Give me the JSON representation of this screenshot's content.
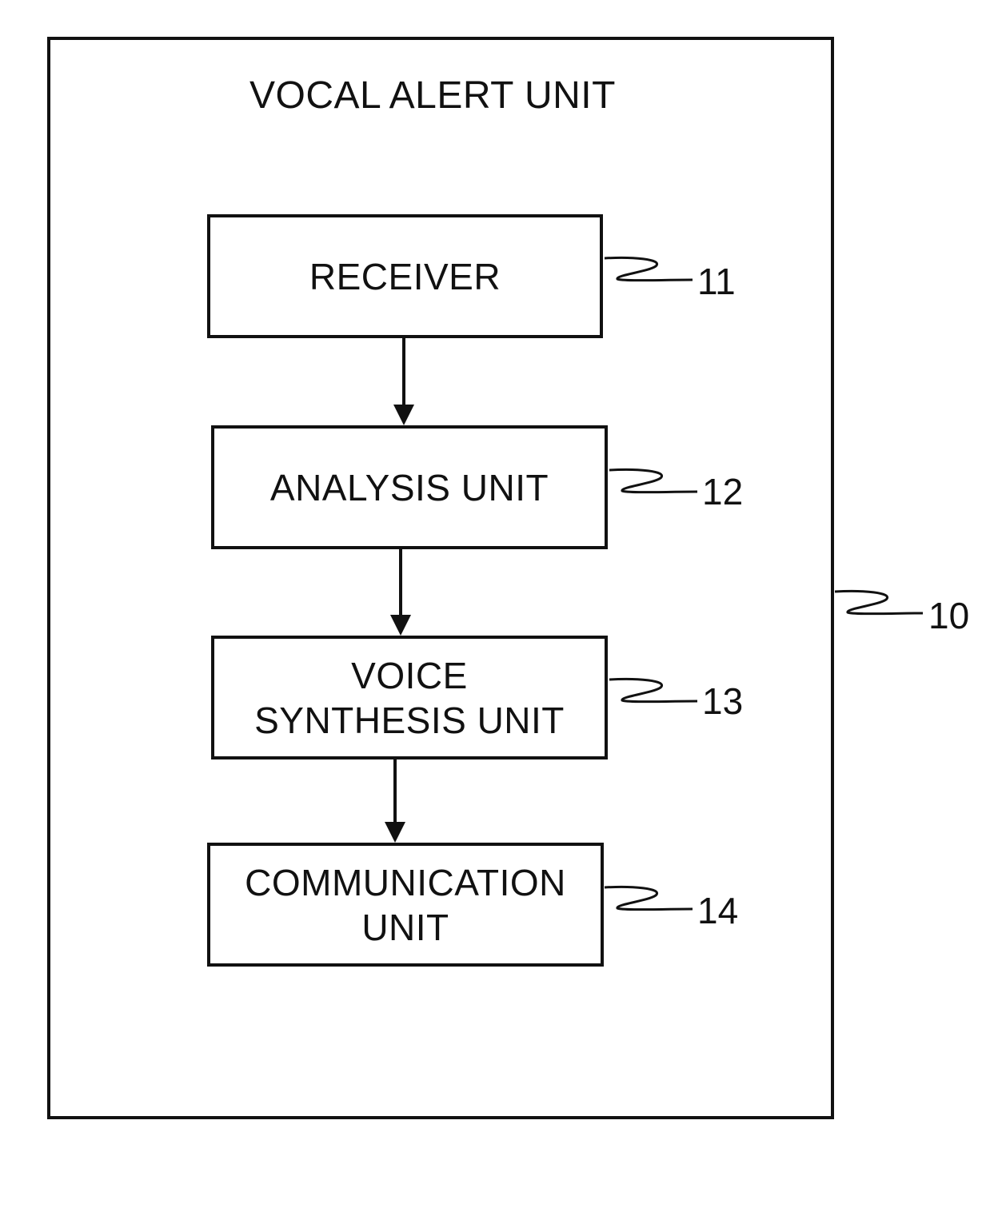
{
  "diagram": {
    "title": "VOCAL ALERT UNIT",
    "outer_ref": "10",
    "blocks": [
      {
        "lines": [
          "RECEIVER"
        ],
        "ref": "11"
      },
      {
        "lines": [
          "ANALYSIS UNIT"
        ],
        "ref": "12"
      },
      {
        "lines": [
          "VOICE",
          "SYNTHESIS UNIT"
        ],
        "ref": "13"
      },
      {
        "lines": [
          "COMMUNICATION",
          "UNIT"
        ],
        "ref": "14"
      }
    ]
  },
  "colors": {
    "line": "#111111",
    "background": "#ffffff"
  }
}
